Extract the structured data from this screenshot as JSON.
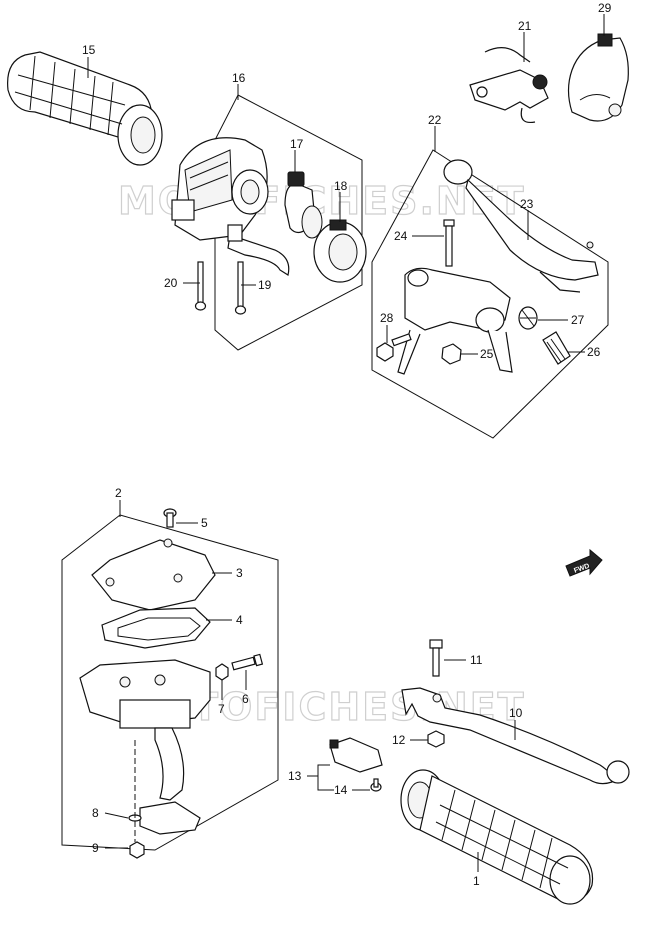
{
  "watermark": "MOTOFICHES.NET",
  "fwd_label": "FWD",
  "callouts": [
    {
      "id": "1",
      "label": "1"
    },
    {
      "id": "2",
      "label": "2"
    },
    {
      "id": "3",
      "label": "3"
    },
    {
      "id": "4",
      "label": "4"
    },
    {
      "id": "5",
      "label": "5"
    },
    {
      "id": "6",
      "label": "6"
    },
    {
      "id": "7",
      "label": "7"
    },
    {
      "id": "8",
      "label": "8"
    },
    {
      "id": "9",
      "label": "9"
    },
    {
      "id": "10",
      "label": "10"
    },
    {
      "id": "11",
      "label": "11"
    },
    {
      "id": "12",
      "label": "12"
    },
    {
      "id": "13",
      "label": "13"
    },
    {
      "id": "14",
      "label": "14"
    },
    {
      "id": "15",
      "label": "15"
    },
    {
      "id": "16",
      "label": "16"
    },
    {
      "id": "17",
      "label": "17"
    },
    {
      "id": "18",
      "label": "18"
    },
    {
      "id": "19",
      "label": "19"
    },
    {
      "id": "20",
      "label": "20"
    },
    {
      "id": "21",
      "label": "21"
    },
    {
      "id": "22",
      "label": "22"
    },
    {
      "id": "23",
      "label": "23"
    },
    {
      "id": "24",
      "label": "24"
    },
    {
      "id": "25",
      "label": "25"
    },
    {
      "id": "26",
      "label": "26"
    },
    {
      "id": "27",
      "label": "27"
    },
    {
      "id": "28",
      "label": "28"
    },
    {
      "id": "29",
      "label": "29"
    }
  ]
}
